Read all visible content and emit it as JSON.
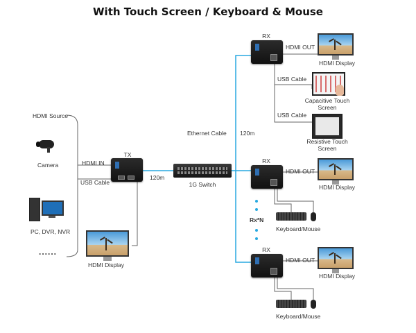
{
  "title": "With Touch Screen / Keyboard & Mouse",
  "labels": {
    "hdmi_source": "HDMI Source",
    "camera": "Camera",
    "pc": "PC, DVR, NVR",
    "more": "......",
    "hdmi_in": "HDMI  IN",
    "usb_cable_tx": "USB Cable",
    "tx": "TX",
    "hdmi_display_tx": "HDMI  Display",
    "distance_tx": "120m",
    "switch": "1G Switch",
    "ethernet_cable": "Ethernet Cable",
    "distance_trunk": "120m",
    "rx_n": "Rx*N"
  },
  "receivers": [
    {
      "rx": "RX",
      "hdmi_out": "HDMI  OUT",
      "display": "HDMI  Display"
    },
    {
      "rx": "RX",
      "hdmi_out": "HDMI  OUT",
      "display": "HDMI  Display"
    },
    {
      "rx": "RX",
      "hdmi_out": "HDMI  OUT",
      "display": "HDMI  Display"
    }
  ],
  "touch": {
    "usb_cable_1": "USB Cable",
    "cap_touch_1": "Capacitive Touch",
    "cap_touch_2": "Screen",
    "usb_cable_2": "USB Cable",
    "res_touch_1": "Resistive Touch",
    "res_touch_2": "Screen"
  },
  "keyboard_mouse": [
    "Keyboard/Mouse",
    "Keyboard/Mouse"
  ],
  "colors": {
    "ethernet": "#29a9e0",
    "wire": "#666666",
    "device": "#1a1a1a"
  }
}
